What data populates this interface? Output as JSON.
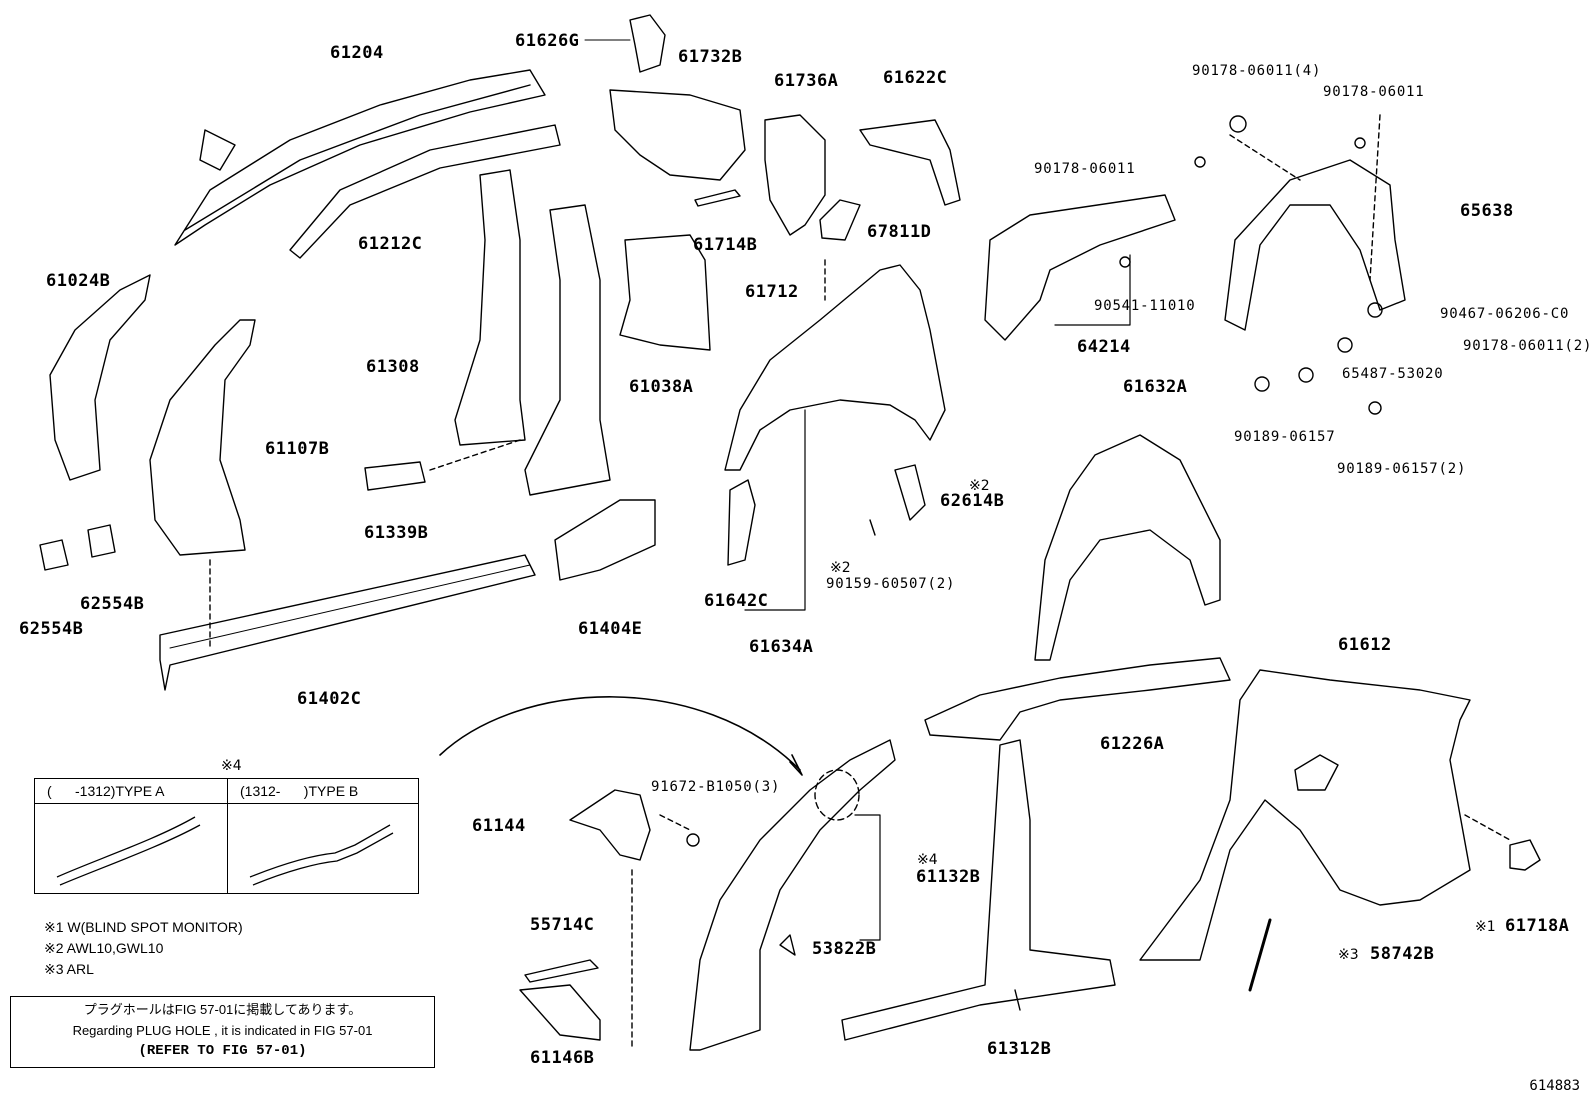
{
  "parts": {
    "p61204": "61204",
    "p61626G": "61626G",
    "p61732B": "61732B",
    "p61736A": "61736A",
    "p61622C": "61622C",
    "p61212C": "61212C",
    "p61714B": "61714B",
    "p67811D": "67811D",
    "p61024B": "61024B",
    "p61712": "61712",
    "p61308": "61308",
    "p61038A": "61038A",
    "p61107B": "61107B",
    "p61339B": "61339B",
    "p62554B_a": "62554B",
    "p62554B_b": "62554B",
    "p61402C": "61402C",
    "p61404E": "61404E",
    "p61642C": "61642C",
    "p61634A": "61634A",
    "p62614B": "62614B",
    "p90159": "90159-60507(2)",
    "p90178_4": "90178-06011(4)",
    "p90178_top": "90178-06011",
    "p90178_mid": "90178-06011",
    "p65638": "65638",
    "p90541": "90541-11010",
    "p64214": "64214",
    "p90467": "90467-06206-C0",
    "p90178_2": "90178-06011(2)",
    "p65487": "65487-53020",
    "p90189": "90189-06157",
    "p90189_2": "90189-06157(2)",
    "p61632A": "61632A",
    "p61612": "61612",
    "p61226A": "61226A",
    "p91672": "91672-B1050(3)",
    "p61144": "61144",
    "p61132B": "61132B",
    "p53822B": "53822B",
    "p55714C": "55714C",
    "p61146B": "61146B",
    "p61312B": "61312B",
    "p61718A": "61718A",
    "p58742B": "58742B"
  },
  "marks": {
    "m2_62614": "※2",
    "m2_90159": "※2",
    "m4_61132": "※4",
    "m1_61718": "※1",
    "m3_58742": "※3",
    "m4_table": "※4"
  },
  "type_table": {
    "type_a": "(      -1312)TYPE A",
    "type_b": "(1312-      )TYPE B"
  },
  "notes": [
    "※1 W(BLIND SPOT MONITOR)",
    "※2 AWL10,GWL10",
    "※3 ARL"
  ],
  "plug_hole": {
    "jp": "プラグホールはFIG 57-01に掲載してあります。",
    "en": "Regarding  PLUG  HOLE , it is indicated in FIG 57-01",
    "ref": "(REFER TO FIG 57-01)"
  },
  "figure_number": "614883"
}
